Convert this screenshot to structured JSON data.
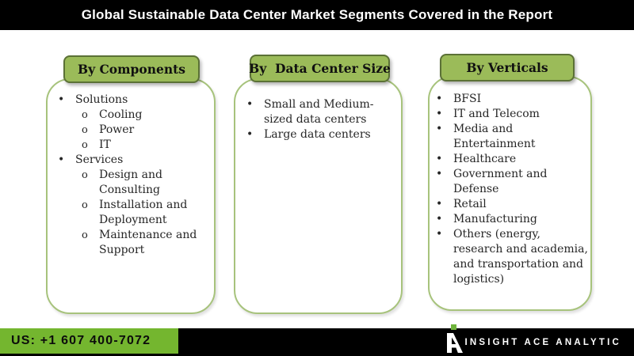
{
  "title": "Global Sustainable Data Center Market Segments Covered in the Report",
  "bullets": {
    "level1": "•",
    "level2": "o"
  },
  "panels": [
    {
      "header": "By Components",
      "items": [
        {
          "level": 1,
          "label": "Solutions"
        },
        {
          "level": 2,
          "label": "Cooling"
        },
        {
          "level": 2,
          "label": "Power"
        },
        {
          "level": 2,
          "label": "IT"
        },
        {
          "level": 1,
          "label": "Services"
        },
        {
          "level": 2,
          "label": "Design and Consulting"
        },
        {
          "level": 2,
          "label": "Installation and Deployment"
        },
        {
          "level": 2,
          "label": "Maintenance and Support"
        }
      ]
    },
    {
      "header": "By  Data Center Size",
      "items": [
        {
          "level": 1,
          "label": "Small and Medium-sized data centers"
        },
        {
          "level": 1,
          "label": "Large data centers"
        }
      ]
    },
    {
      "header": "By Verticals",
      "items": [
        {
          "level": 1,
          "label": "BFSI"
        },
        {
          "level": 1,
          "label": "IT and Telecom"
        },
        {
          "level": 1,
          "label": "Media and Entertainment"
        },
        {
          "level": 1,
          "label": "Healthcare"
        },
        {
          "level": 1,
          "label": "Government and Defense"
        },
        {
          "level": 1,
          "label": "Retail"
        },
        {
          "level": 1,
          "label": "Manufacturing"
        },
        {
          "level": 1,
          "label": "Others (energy, research and academia, and transportation and logistics)"
        }
      ]
    }
  ],
  "footer": {
    "phone": "US: +1 607 400-7072",
    "brand": "INSIGHT ACE ANALYTIC"
  },
  "colors": {
    "header_bar_bg": "#000000",
    "title_text": "#ffffff",
    "tab_fill": "#9bbb59",
    "tab_border": "#5b7136",
    "panel_border": "#a7c37c",
    "footer_bar_bg": "#000000",
    "footer_phone_bg": "#74b62f",
    "logo_green": "#6fb43c",
    "list_text": "#262626"
  }
}
